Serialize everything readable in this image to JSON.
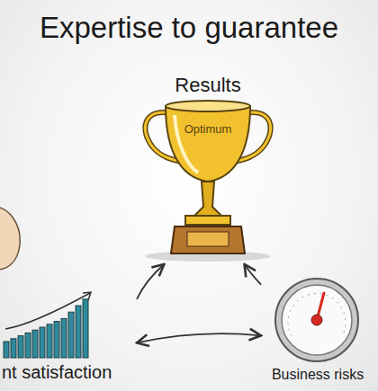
{
  "diagram": {
    "title": "Expertise to guarantee",
    "nodes": [
      {
        "text": [
          "Results",
          "Optimum"
        ]
      },
      {
        "text": [
          "nt satisfaction"
        ]
      },
      {
        "text": [
          "Business risks"
        ]
      }
    ],
    "edges": [
      {
        "from": 1,
        "to": 0,
        "arrow": "to"
      },
      {
        "from": 2,
        "to": 0,
        "arrow": "to"
      },
      {
        "from": 1,
        "to": 2,
        "arrow": "both"
      }
    ]
  }
}
